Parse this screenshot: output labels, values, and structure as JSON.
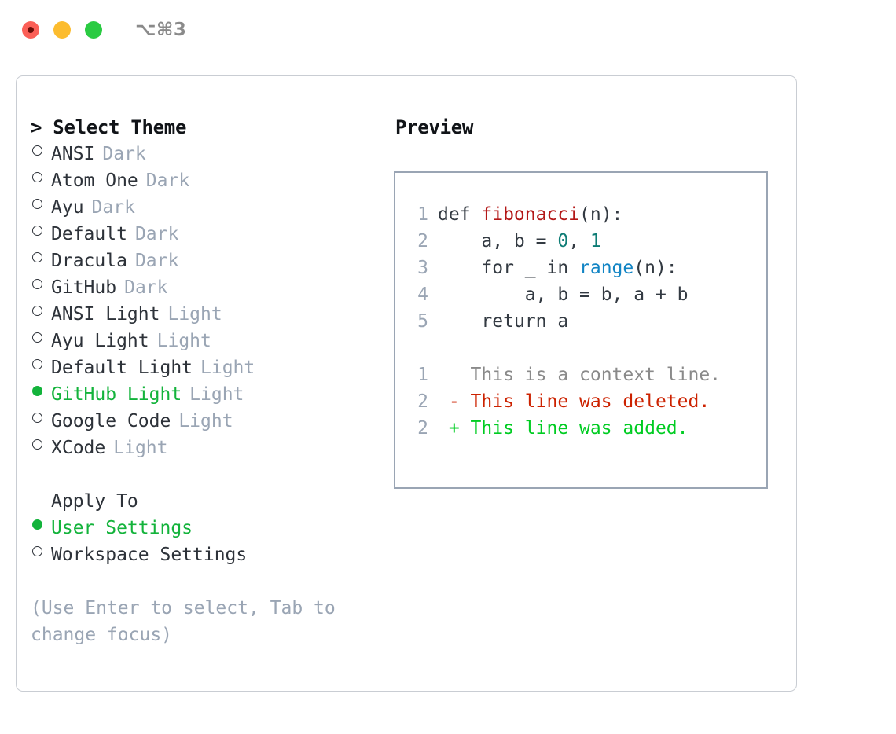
{
  "titlebar": {
    "shortcut": "⌥⌘3",
    "lights": [
      "close",
      "minimize",
      "zoom"
    ]
  },
  "theme_list": {
    "header": "> Select Theme",
    "items": [
      {
        "label": "ANSI",
        "badge": "Dark",
        "selected": false
      },
      {
        "label": "Atom One",
        "badge": "Dark",
        "selected": false
      },
      {
        "label": "Ayu",
        "badge": "Dark",
        "selected": false
      },
      {
        "label": "Default",
        "badge": "Dark",
        "selected": false
      },
      {
        "label": "Dracula",
        "badge": "Dark",
        "selected": false
      },
      {
        "label": "GitHub",
        "badge": "Dark",
        "selected": false
      },
      {
        "label": "ANSI Light",
        "badge": "Light",
        "selected": false
      },
      {
        "label": "Ayu Light",
        "badge": "Light",
        "selected": false
      },
      {
        "label": "Default Light",
        "badge": "Light",
        "selected": false
      },
      {
        "label": "GitHub Light",
        "badge": "Light",
        "selected": true
      },
      {
        "label": "Google Code",
        "badge": "Light",
        "selected": false
      },
      {
        "label": "XCode",
        "badge": "Light",
        "selected": false
      }
    ]
  },
  "apply_to": {
    "title": "Apply To",
    "options": [
      {
        "label": "User Settings",
        "selected": true
      },
      {
        "label": "Workspace Settings",
        "selected": false
      }
    ]
  },
  "hint": "(Use Enter to select, Tab to change focus)",
  "preview": {
    "header": "Preview",
    "code_lines": [
      {
        "number": "1",
        "tokens": [
          {
            "text": "def ",
            "kind": "plain"
          },
          {
            "text": "fibonacci",
            "kind": "fn"
          },
          {
            "text": "(n):",
            "kind": "plain"
          }
        ]
      },
      {
        "number": "2",
        "tokens": [
          {
            "text": "    a, b = ",
            "kind": "plain"
          },
          {
            "text": "0",
            "kind": "num"
          },
          {
            "text": ", ",
            "kind": "plain"
          },
          {
            "text": "1",
            "kind": "num"
          }
        ]
      },
      {
        "number": "3",
        "tokens": [
          {
            "text": "    for _ in ",
            "kind": "plain"
          },
          {
            "text": "range",
            "kind": "call"
          },
          {
            "text": "(n):",
            "kind": "plain"
          }
        ]
      },
      {
        "number": "4",
        "tokens": [
          {
            "text": "        a, b = b, a + b",
            "kind": "plain"
          }
        ]
      },
      {
        "number": "5",
        "tokens": [
          {
            "text": "    return a",
            "kind": "plain"
          }
        ]
      }
    ],
    "diff_lines": [
      {
        "number": "1",
        "sign": " ",
        "text": "This is a context line.",
        "kind": "ctx"
      },
      {
        "number": "2",
        "sign": "-",
        "text": "This line was deleted.",
        "kind": "del"
      },
      {
        "number": "2",
        "sign": "+",
        "text": "This line was added.",
        "kind": "add"
      }
    ]
  },
  "colors": {
    "accent_green": "#13b33b",
    "badge_gray": "#9aa5b4",
    "diff_add": "#00cc22",
    "diff_del": "#cc2200",
    "syntax_fn": "#b31717",
    "syntax_num": "#0d7c75",
    "syntax_call": "#1184c4"
  }
}
